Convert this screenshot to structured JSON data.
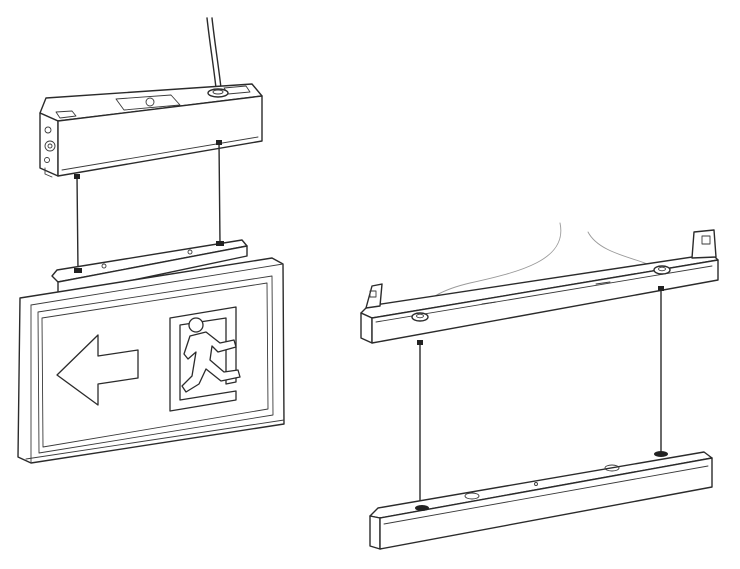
{
  "figures": [
    {
      "id": "ceiling-mount-exit-sign",
      "parts": [
        "ceiling-mount-housing",
        "suspension-wire-left",
        "suspension-wire-right",
        "sign-panel"
      ]
    },
    {
      "id": "bar-fitting-assembly",
      "parts": [
        "mounting-bracket",
        "suspension-wire-left",
        "suspension-wire-right",
        "bottom-bar"
      ]
    }
  ],
  "icons": [
    "arrow-left-icon",
    "running-man-icon",
    "door-icon"
  ],
  "colors": {
    "line": "#2b2b2b",
    "faint_line": "#9a9a9a",
    "background": "#ffffff"
  }
}
